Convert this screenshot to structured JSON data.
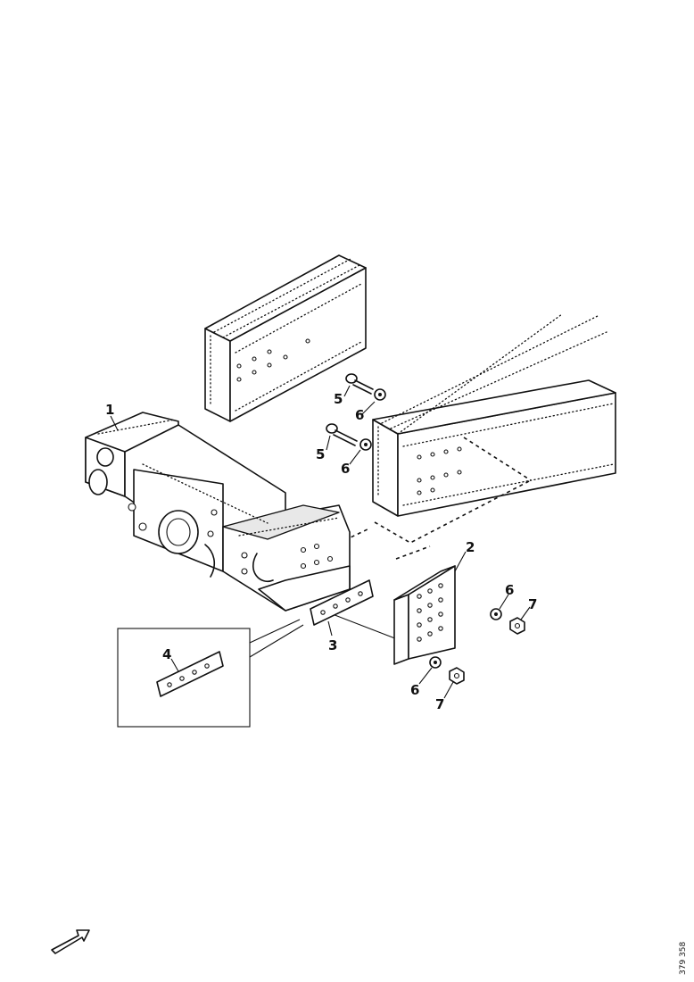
{
  "callouts": {
    "c1": "1",
    "c2": "2",
    "c3": "3",
    "c4": "4",
    "c5a": "5",
    "c5b": "5",
    "c6a": "6",
    "c6b": "6",
    "c6c": "6",
    "c6d": "6",
    "c7a": "7",
    "c7b": "7"
  },
  "document_number": "379 358"
}
